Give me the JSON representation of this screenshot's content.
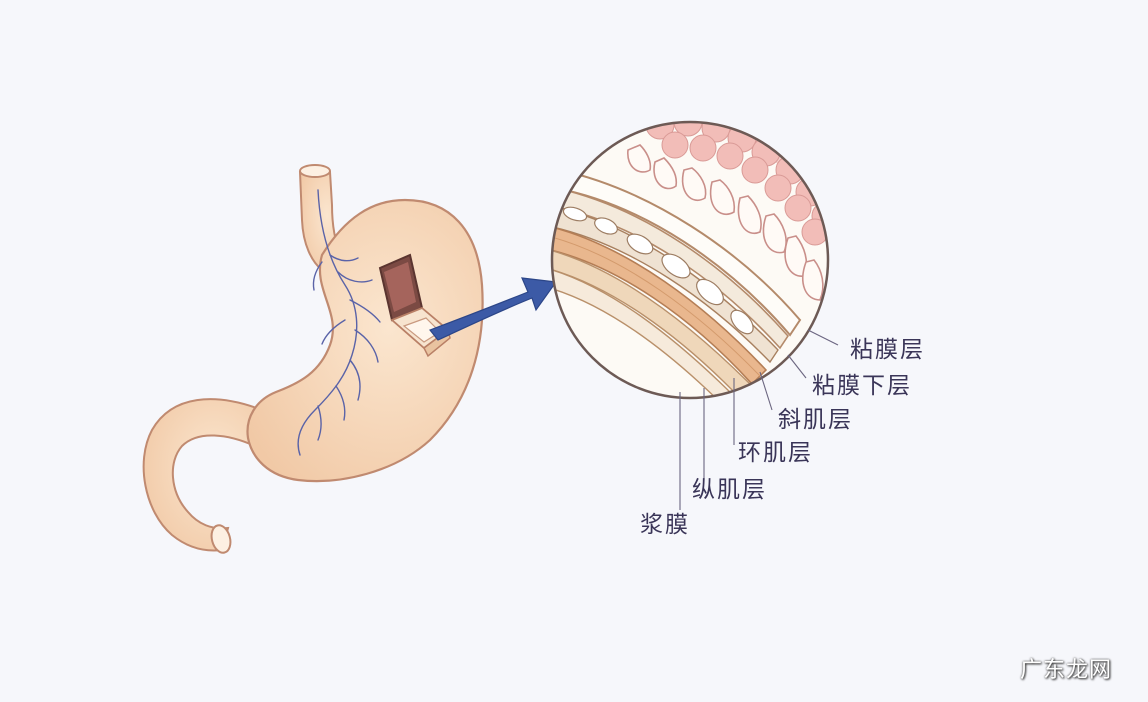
{
  "labels": {
    "mucosa": "粘膜层",
    "submucosa": "粘膜下层",
    "oblique_muscle": "斜肌层",
    "circular_muscle": "环肌层",
    "longitudinal_muscle": "纵肌层",
    "serosa": "浆膜"
  },
  "watermark": "广东龙网",
  "colors": {
    "stomach_fill": "#f7dcc0",
    "stomach_outline": "#c08a70",
    "vessel": "#5a63a8",
    "arrow": "#3c5aa6",
    "mucosa_pink": "#f2c4c0",
    "muscle_band": "#e7b891",
    "background": "#f6f7fb"
  }
}
